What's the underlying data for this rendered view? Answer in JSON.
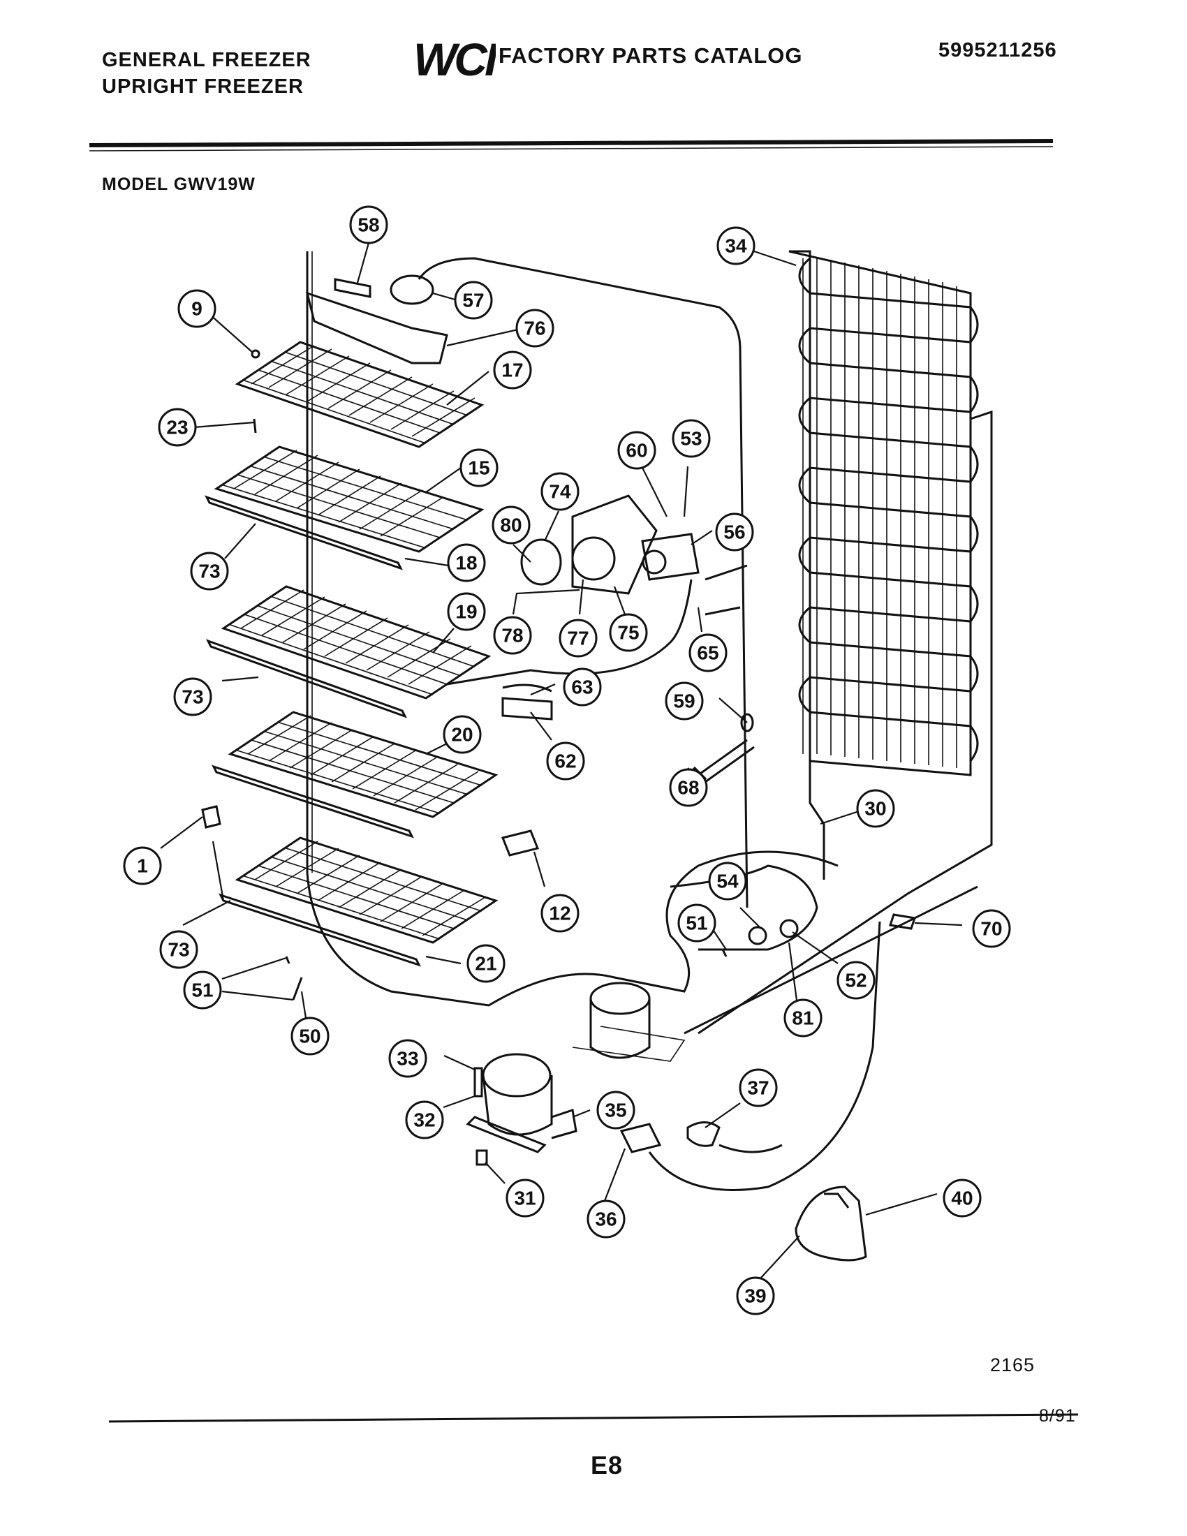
{
  "header": {
    "brand_line1": "GENERAL FREEZER",
    "brand_line2": "UPRIGHT FREEZER",
    "logo_text": "WCI",
    "catalog_title": "FACTORY PARTS CATALOG",
    "catalog_number": "5995211256"
  },
  "model_label": "MODEL GWV19W",
  "footer": {
    "diagram_code": "2165",
    "date_code": "8/91",
    "page_code": "E8"
  },
  "callouts": [
    "58",
    "57",
    "76",
    "9",
    "17",
    "23",
    "15",
    "73",
    "18",
    "74",
    "80",
    "60",
    "53",
    "56",
    "19",
    "78",
    "77",
    "75",
    "65",
    "73",
    "63",
    "59",
    "62",
    "20",
    "68",
    "34",
    "30",
    "1",
    "12",
    "54",
    "51",
    "52",
    "70",
    "73",
    "21",
    "51",
    "50",
    "81",
    "33",
    "32",
    "35",
    "37",
    "31",
    "36",
    "40",
    "39"
  ]
}
